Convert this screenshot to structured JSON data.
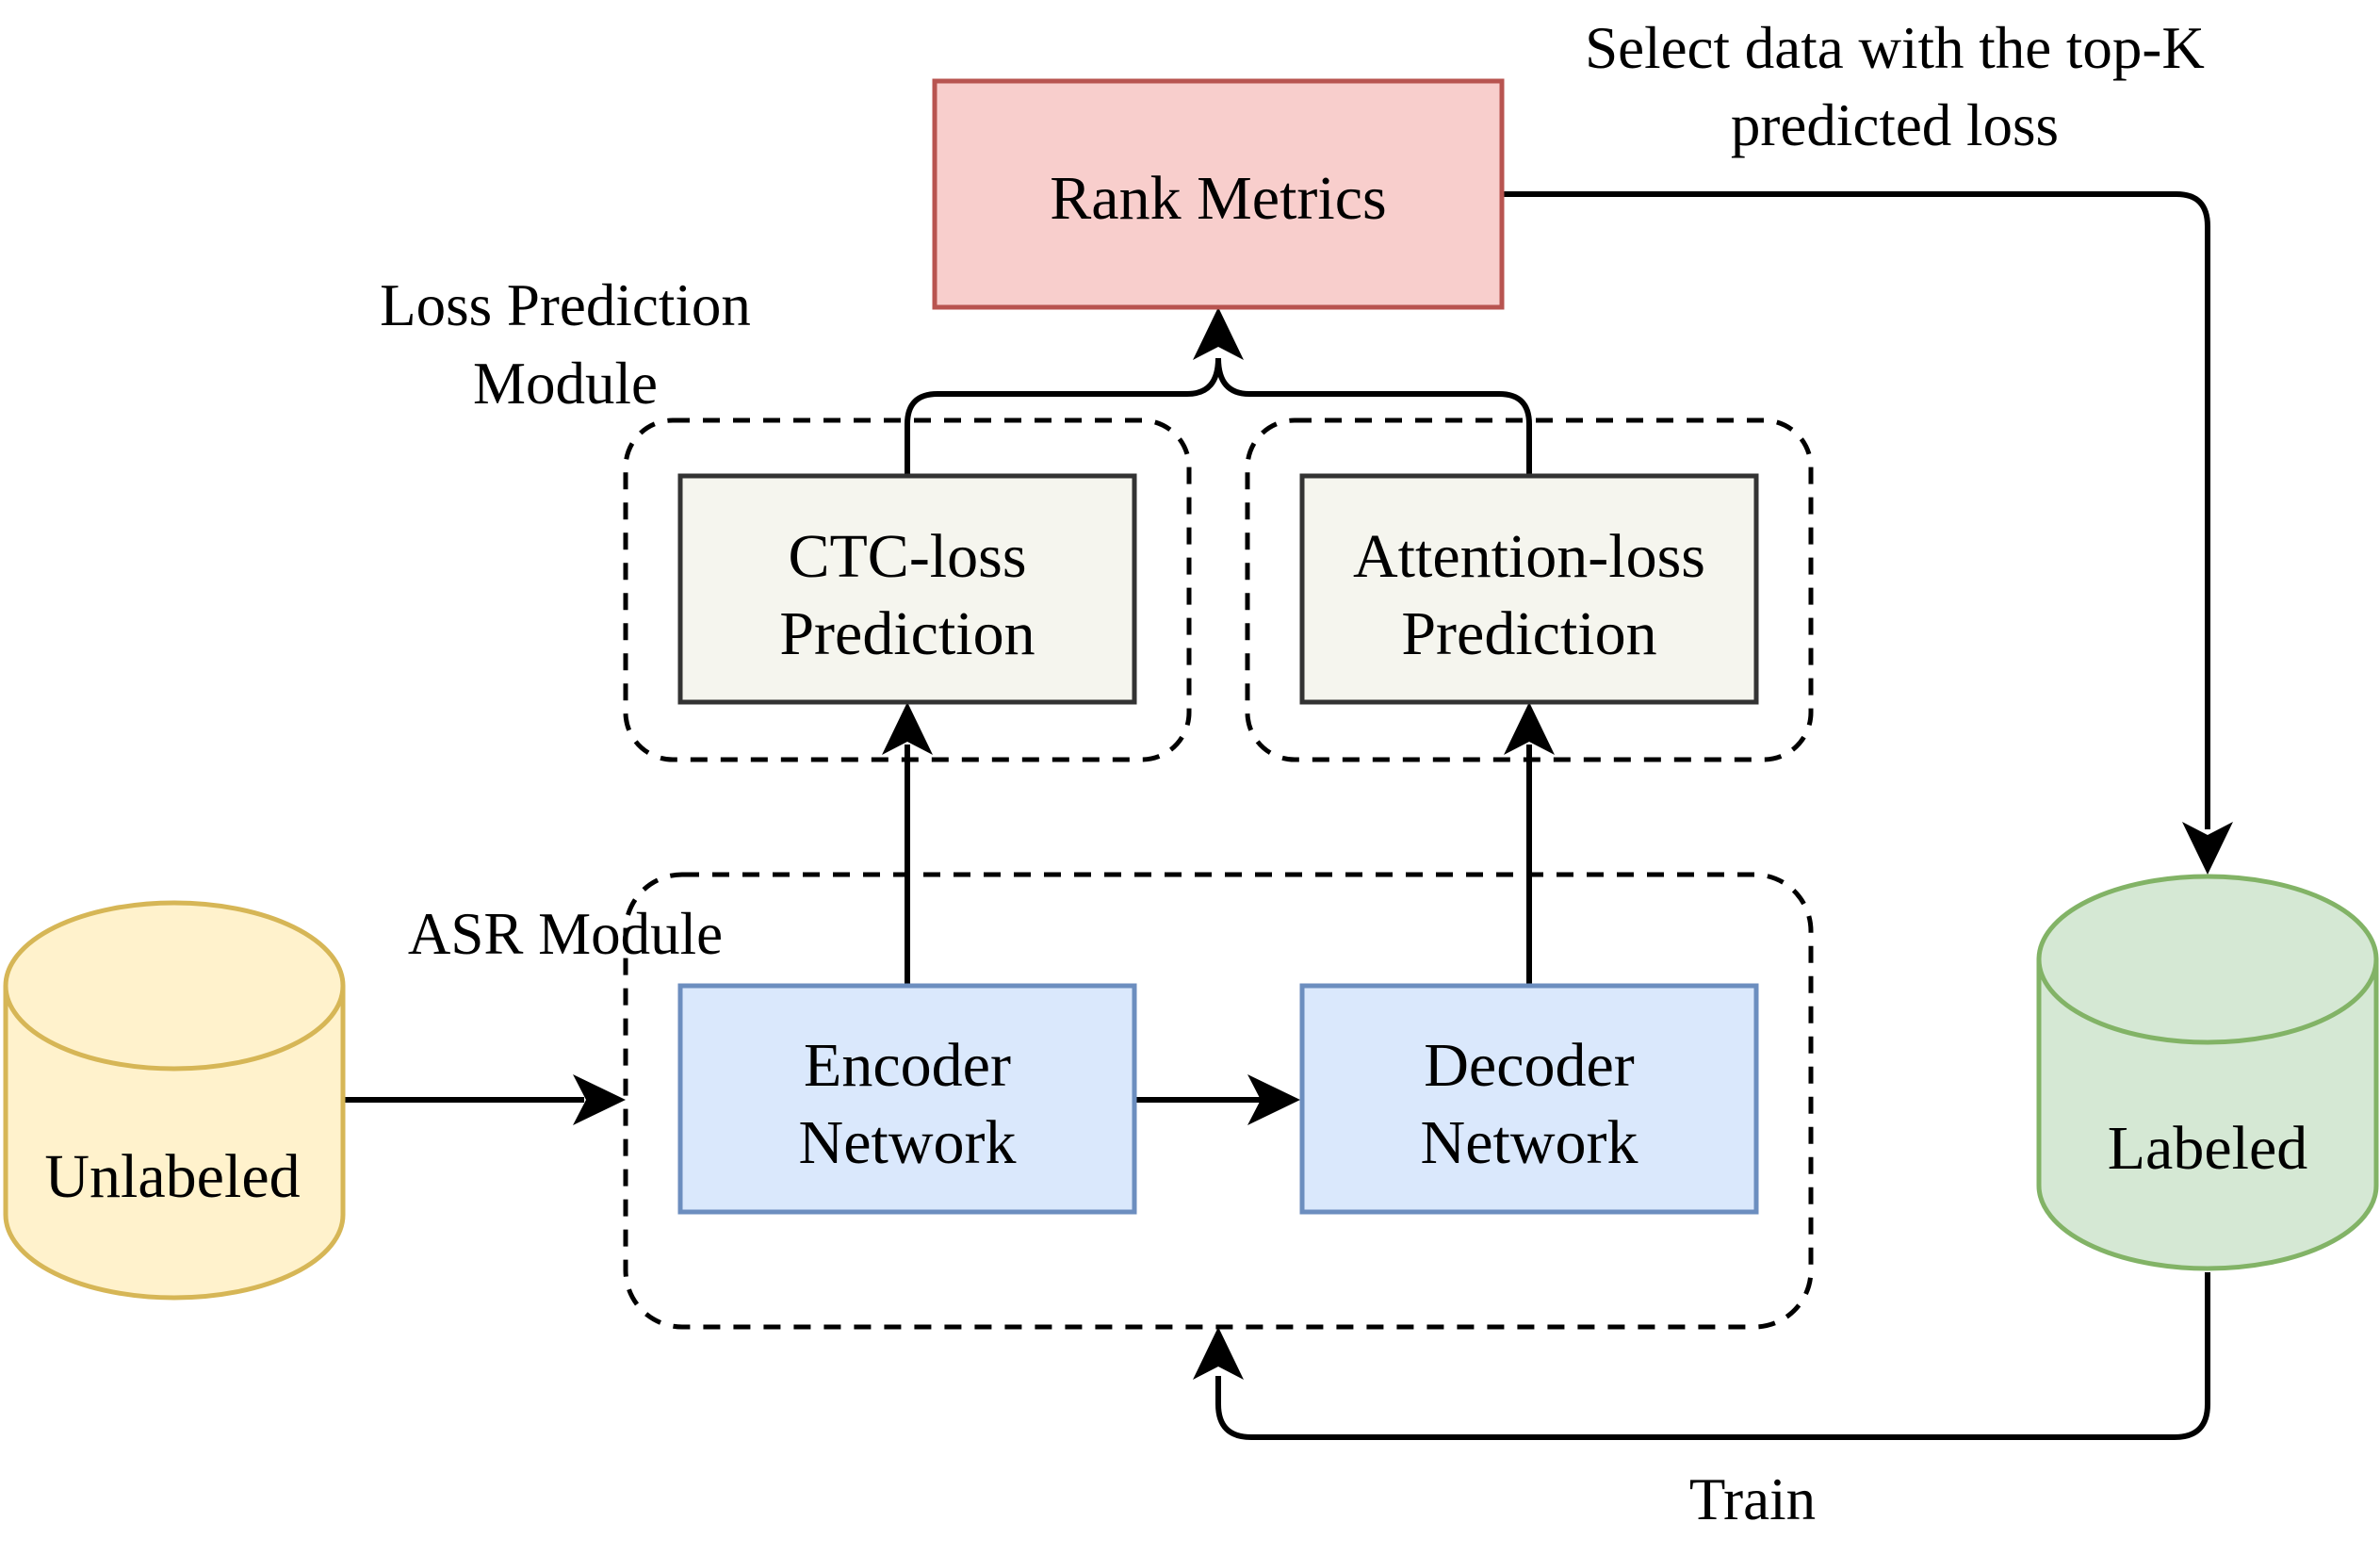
{
  "annotations": {
    "select_line1": "Select data with the top-K",
    "select_line2": "predicted loss",
    "loss_module_line1": "Loss Prediction",
    "loss_module_line2": "Module",
    "asr_module": "ASR Module",
    "train": "Train"
  },
  "nodes": {
    "rank_metrics": "Rank Metrics",
    "ctc_line1": "CTC-loss",
    "ctc_line2": "Prediction",
    "att_line1": "Attention-loss",
    "att_line2": "Prediction",
    "encoder_line1": "Encoder",
    "encoder_line2": "Network",
    "decoder_line1": "Decoder",
    "decoder_line2": "Network",
    "unlabeled": "Unlabeled",
    "labeled": "Labeled"
  },
  "colors": {
    "rank_fill": "#f8cecc",
    "rank_stroke": "#b85450",
    "prediction_fill": "#f5f5ee",
    "prediction_stroke": "#333333",
    "network_fill": "#dae8fc",
    "network_stroke": "#6c8ebf",
    "unlabeled_fill": "#fff2cc",
    "unlabeled_stroke": "#d6b656",
    "labeled_fill": "#d5e8d4",
    "labeled_stroke": "#82b366"
  }
}
